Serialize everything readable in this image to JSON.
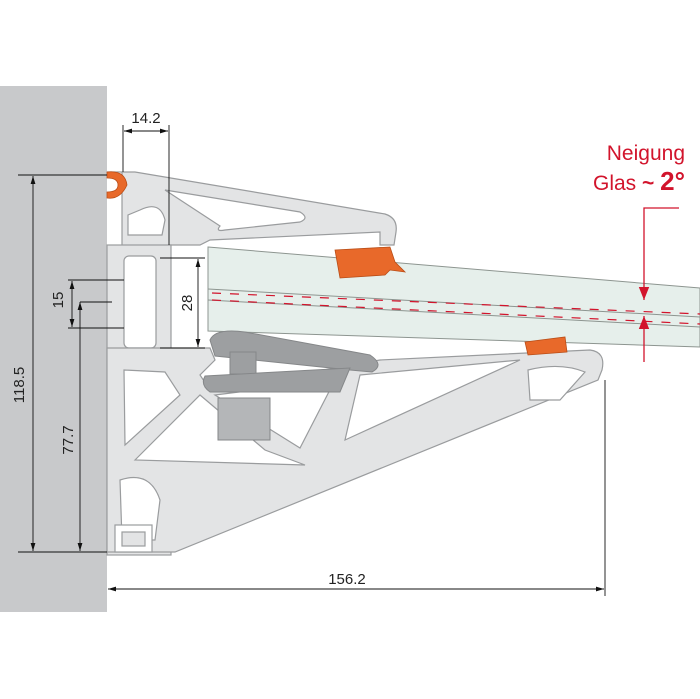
{
  "dimensions": {
    "total_height": "118.5",
    "lower_height": "77.7",
    "slot_height": "15",
    "glass_thickness": "28",
    "top_width": "14.2",
    "depth": "156.2"
  },
  "annotation": {
    "line1": "Neigung",
    "line2_prefix": "Glas",
    "line2_tilde": "~",
    "angle": "2°"
  },
  "colors": {
    "wall": "#c8c9cb",
    "profile": "#e3e4e5",
    "profile_outline": "#9a9c9e",
    "seal": "#e8692a",
    "clamp": "#9d9fa1",
    "glass": "#e6efeb",
    "accent_red": "#d2142c"
  }
}
